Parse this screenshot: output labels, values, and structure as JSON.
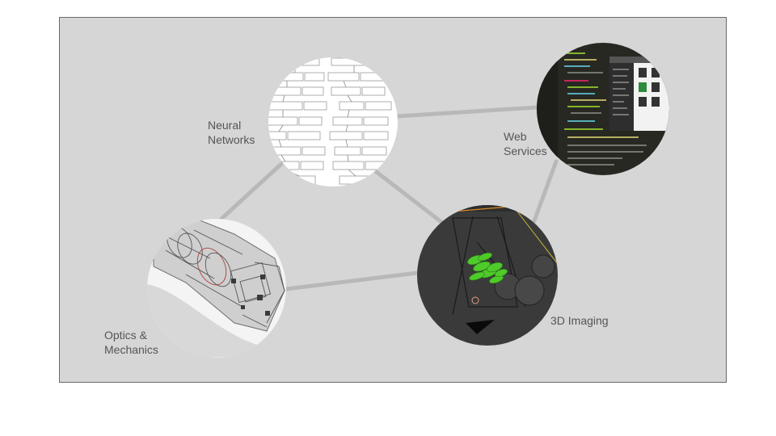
{
  "nodes": {
    "neural": {
      "label": "Neural\nNetworks",
      "image": "neural-network-flowchart"
    },
    "web": {
      "label": "Web\nServices",
      "image": "code-editor-with-file-browser"
    },
    "imaging": {
      "label": "3D Imaging",
      "image": "3d-rendered-scene"
    },
    "optics": {
      "label": "Optics &\nMechanics",
      "image": "cad-wireframe-assembly"
    }
  },
  "colors": {
    "panel_background": "#d6d6d6",
    "panel_border": "#6a6a6a",
    "connector": "#b8b8b8",
    "label_text": "#555555",
    "editor_background": "#272822",
    "render_background": "#3a3a3a",
    "render_accent": "#4ecb2a"
  },
  "edges": [
    [
      "neural",
      "web"
    ],
    [
      "neural",
      "imaging"
    ],
    [
      "neural",
      "optics"
    ],
    [
      "web",
      "imaging"
    ],
    [
      "optics",
      "imaging"
    ]
  ]
}
